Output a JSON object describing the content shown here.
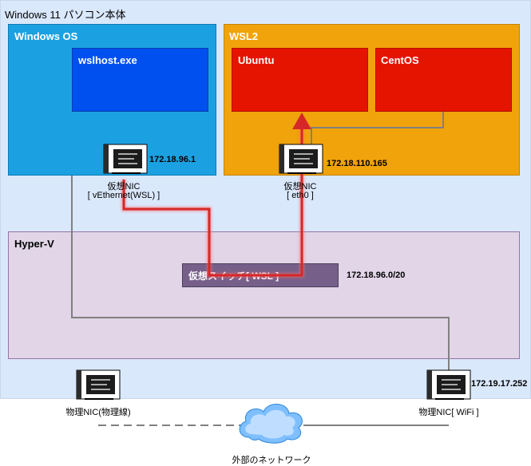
{
  "pc": {
    "title": "Windows 11 パソコン本体"
  },
  "windows_os": {
    "title": "Windows OS",
    "process": "wslhost.exe"
  },
  "wsl2": {
    "title": "WSL2",
    "distro1": "Ubuntu",
    "distro2": "CentOS"
  },
  "vnic_win": {
    "ip": "172.18.96.1",
    "label_line1": "仮想NIC",
    "label_line2": "[ vEthernet(WSL) ]"
  },
  "vnic_wsl": {
    "ip": "172.18.110.165",
    "label_line1": "仮想NIC",
    "label_line2": "[ eth0 ]"
  },
  "hyperv": {
    "title": "Hyper-V",
    "switch_label": "仮想スイッチ[ WSL ]",
    "subnet": "172.18.96.0/20"
  },
  "nic_wired": {
    "label": "物理NIC(物理線)"
  },
  "nic_wifi": {
    "label": "物理NIC[ WiFi ]",
    "ip": "172.19.17.252"
  },
  "cloud": {
    "label": "外部のネットワーク"
  },
  "colors": {
    "pc_bg": "#dae8fc",
    "windows_blue": "#1ba1e2",
    "process_blue": "#0050ef",
    "wsl_orange": "#f0a30a",
    "distro_red": "#e51400",
    "hyperv_bg": "#e1d5e7",
    "switch_purple": "#76608a",
    "route_red": "#d62728"
  }
}
